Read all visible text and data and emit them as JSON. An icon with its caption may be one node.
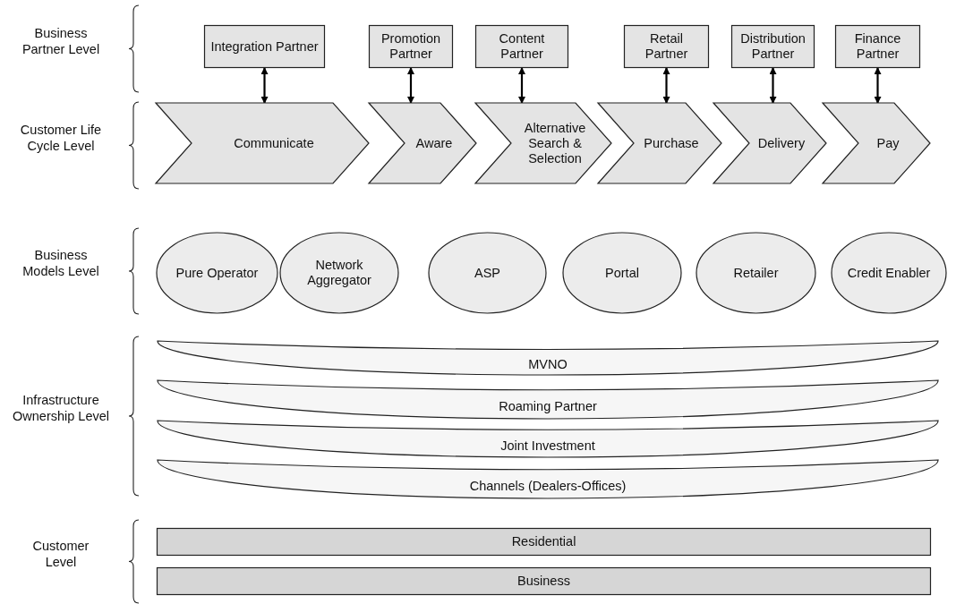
{
  "diagram": {
    "nodes": [
      {
        "text": [
          "Integration Partner"
        ]
      },
      {
        "text": [
          "Promotion Partner"
        ]
      },
      {
        "text": [
          "Content Partner"
        ]
      },
      {
        "text": [
          "Retail Partner"
        ]
      },
      {
        "text": [
          "Distribution Partner"
        ]
      },
      {
        "text": [
          "Finance Partner"
        ]
      },
      {
        "text": [
          "Communicate"
        ]
      },
      {
        "text": [
          "Aware"
        ]
      },
      {
        "text": [
          "Alternative Search & Selection"
        ]
      },
      {
        "text": [
          "Purchase"
        ]
      },
      {
        "text": [
          "Delivery"
        ]
      },
      {
        "text": [
          "Pay"
        ]
      },
      {
        "text": [
          "Pure Operator"
        ]
      },
      {
        "text": [
          "Network Aggregator"
        ]
      },
      {
        "text": [
          "ASP"
        ]
      },
      {
        "text": [
          "Portal"
        ]
      },
      {
        "text": [
          "Retailer"
        ]
      },
      {
        "text": [
          "Credit Enabler"
        ]
      },
      {
        "text": [
          "MVNO"
        ]
      },
      {
        "text": [
          "Roaming Partner"
        ]
      },
      {
        "text": [
          "Joint Investment"
        ]
      },
      {
        "text": [
          "Channels (Dealers-Offices)"
        ]
      },
      {
        "text": [
          "Residential"
        ]
      },
      {
        "text": [
          "Business"
        ]
      }
    ],
    "edges": [
      {
        "from": 0,
        "to": 6,
        "arrow": "both"
      },
      {
        "from": 1,
        "to": 7,
        "arrow": "both"
      },
      {
        "from": 2,
        "to": 8,
        "arrow": "both"
      },
      {
        "from": 3,
        "to": 9,
        "arrow": "both"
      },
      {
        "from": 4,
        "to": 10,
        "arrow": "both"
      },
      {
        "from": 5,
        "to": 11,
        "arrow": "both"
      }
    ],
    "labels": [
      "Business Partner Level",
      "Customer Life Cycle Level",
      "Business Models Level",
      "Infrastructure Ownership Level",
      "Customer Level"
    ]
  }
}
